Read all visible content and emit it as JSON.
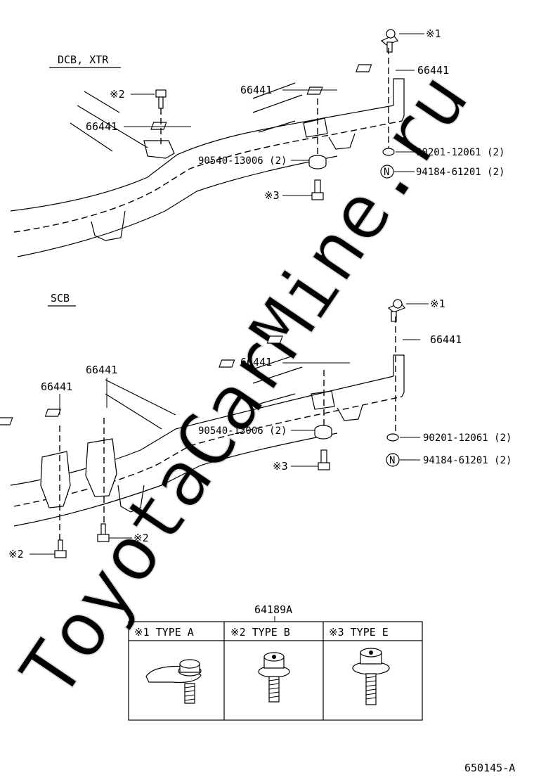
{
  "sections": {
    "dcb_xtr": "DCB, XTR",
    "scb": "SCB"
  },
  "labels": {
    "p66441": "66441",
    "p90540": "90540-13006 (2)",
    "p90201": "90201-12061 (2)",
    "p94184": "94184-61201 (2)",
    "ref1": "※1",
    "ref2": "※2",
    "ref3": "※3",
    "n_circle": "N"
  },
  "type_table": {
    "code": "64189A",
    "headers": [
      "※1 TYPE  A",
      "※2 TYPE  B",
      "※3 TYPE  E"
    ]
  },
  "diagram_id": "650145-A",
  "watermark": "ToyotaCarMine.ru"
}
